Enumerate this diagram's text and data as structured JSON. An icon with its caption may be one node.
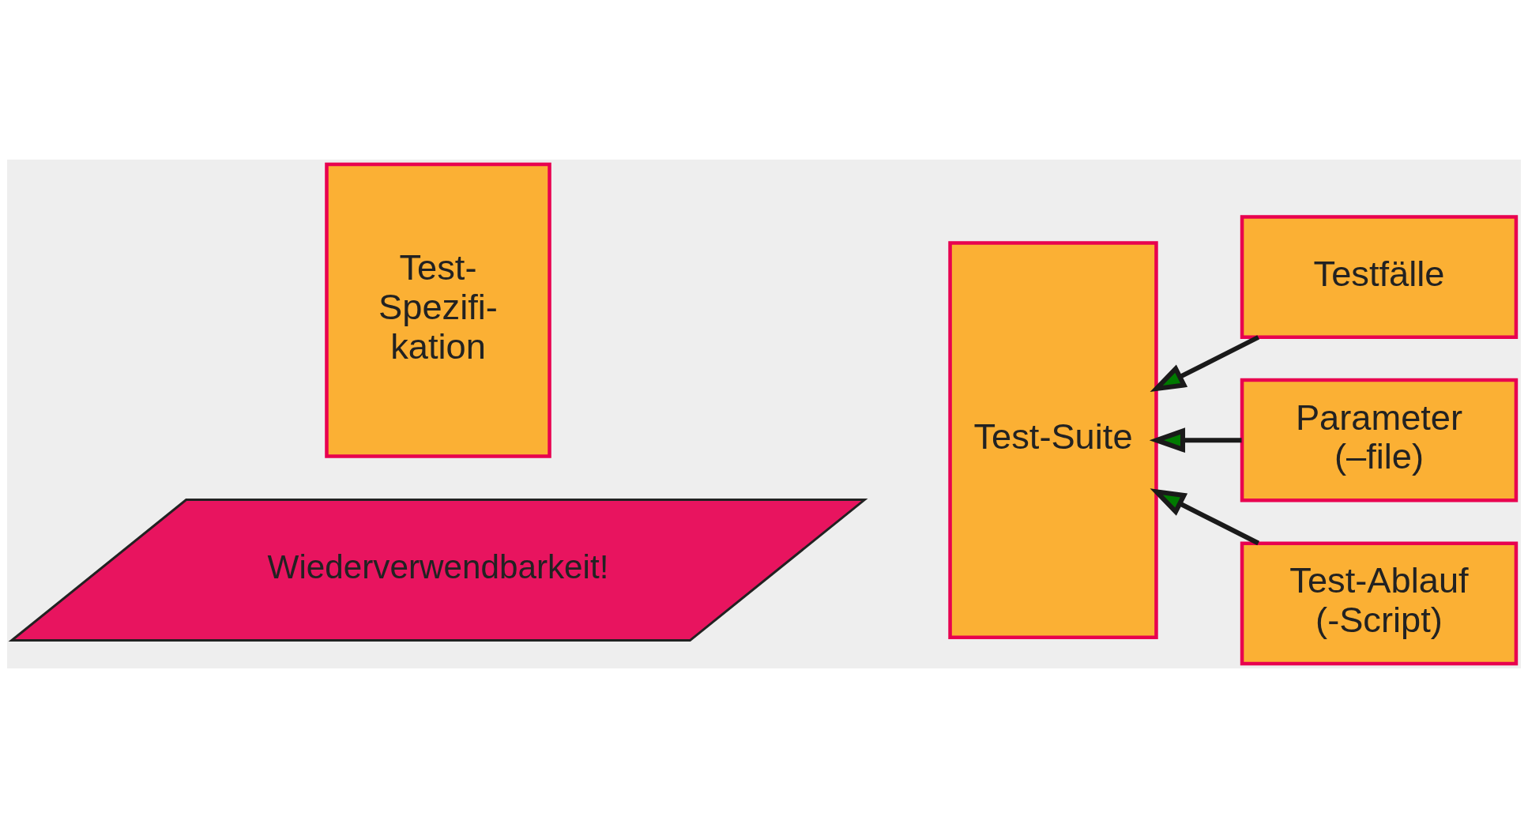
{
  "diagram": {
    "nodes": [
      {
        "text": [
          "Test- Spezifi- kation"
        ]
      },
      {
        "text": [
          "Test-Suite"
        ]
      },
      {
        "text": [
          "Testfälle"
        ]
      },
      {
        "text": [
          "Parameter (–file)"
        ]
      },
      {
        "text": [
          "Test-Ablauf (-Script)"
        ]
      },
      {
        "text": [
          "Wiederverwendbarkeit!"
        ]
      }
    ],
    "edges": [
      {
        "from": 2,
        "to": 1,
        "arrow": "to"
      },
      {
        "from": 3,
        "to": 1,
        "arrow": "to"
      },
      {
        "from": 4,
        "to": 1,
        "arrow": "to"
      }
    ]
  }
}
